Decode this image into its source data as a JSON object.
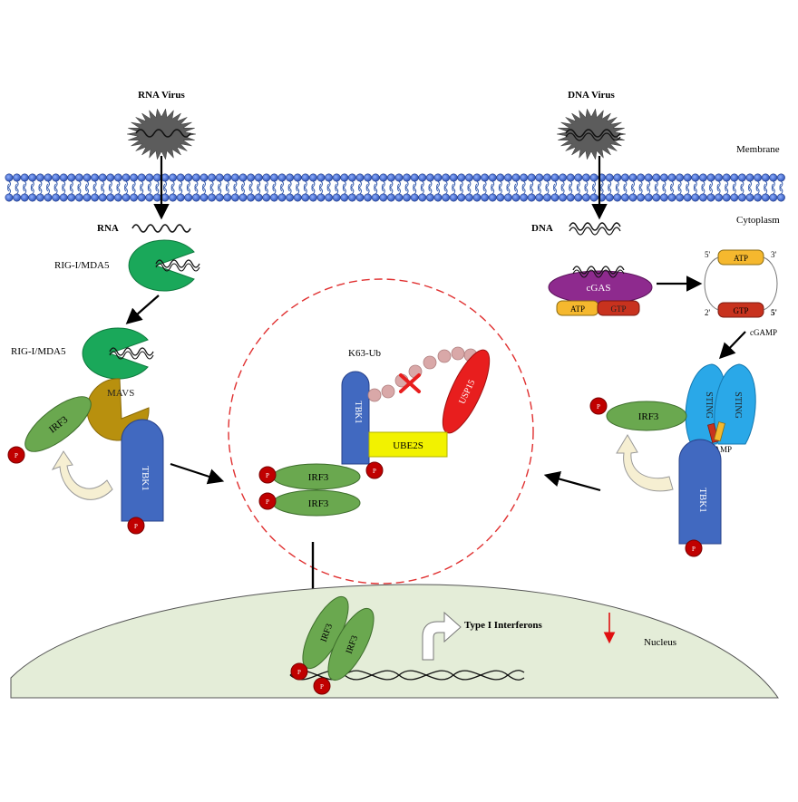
{
  "labels": {
    "rna_virus": "RNA Virus",
    "dna_virus": "DNA Virus",
    "membrane": "Membrane",
    "cytoplasm": "Cytoplasm",
    "rna": "RNA",
    "dna": "DNA",
    "rig_mda5_top": "RIG-I/MDA5",
    "rig_mda5_mid": "RIG-I/MDA5",
    "mavs": "MAVS",
    "irf3_left": "IRF3",
    "tbk1_left": "TBK1",
    "cgas": "cGAS",
    "atp_left": "ATP",
    "gtp_left": "GTP",
    "cgamp_atp": "ATP",
    "cgamp_gtp": "GTP",
    "prime5_top": "5'",
    "prime3_top": "3'",
    "prime2_bot": "2'",
    "prime5_bot": "5'",
    "cgamp": "cGAMP",
    "sting_a": "STING",
    "sting_b": "STING",
    "cgamp_bound": "cGAMP",
    "irf3_right": "IRF3",
    "tbk1_right": "TBK1",
    "k63_ub": "K63-Ub",
    "tbk1_center": "TBK1",
    "usp15": "USP15",
    "ube2s": "UBE2S",
    "irf3_center_a": "IRF3",
    "irf3_center_b": "IRF3",
    "irf3_nuc_a": "IRF3",
    "irf3_nuc_b": "IRF3",
    "type1_ifn": "Type I Interferons",
    "nucleus": "Nucleus",
    "phospho": "P"
  },
  "colors": {
    "membrane_blue": "#3a5fb0",
    "rig_green": "#1aa85a",
    "mavs_gold": "#b8900e",
    "irf3_green": "#6aa84f",
    "tbk1_blue": "#4169c0",
    "phospho_red": "#c00000",
    "cgas_purple": "#8e2a8e",
    "atp_yellow": "#f5b82e",
    "gtp_red": "#c8321e",
    "sting_blue": "#2aa8e8",
    "usp15_red": "#e81e1e",
    "ube2s_yellow": "#f2f200",
    "ub_pink": "#d9a8a8",
    "inhibit_red": "#e81e1e",
    "nucleus_fill": "#e4edd8",
    "dashed_circle": "#e03030",
    "virus_grey": "#5a5a5a"
  }
}
